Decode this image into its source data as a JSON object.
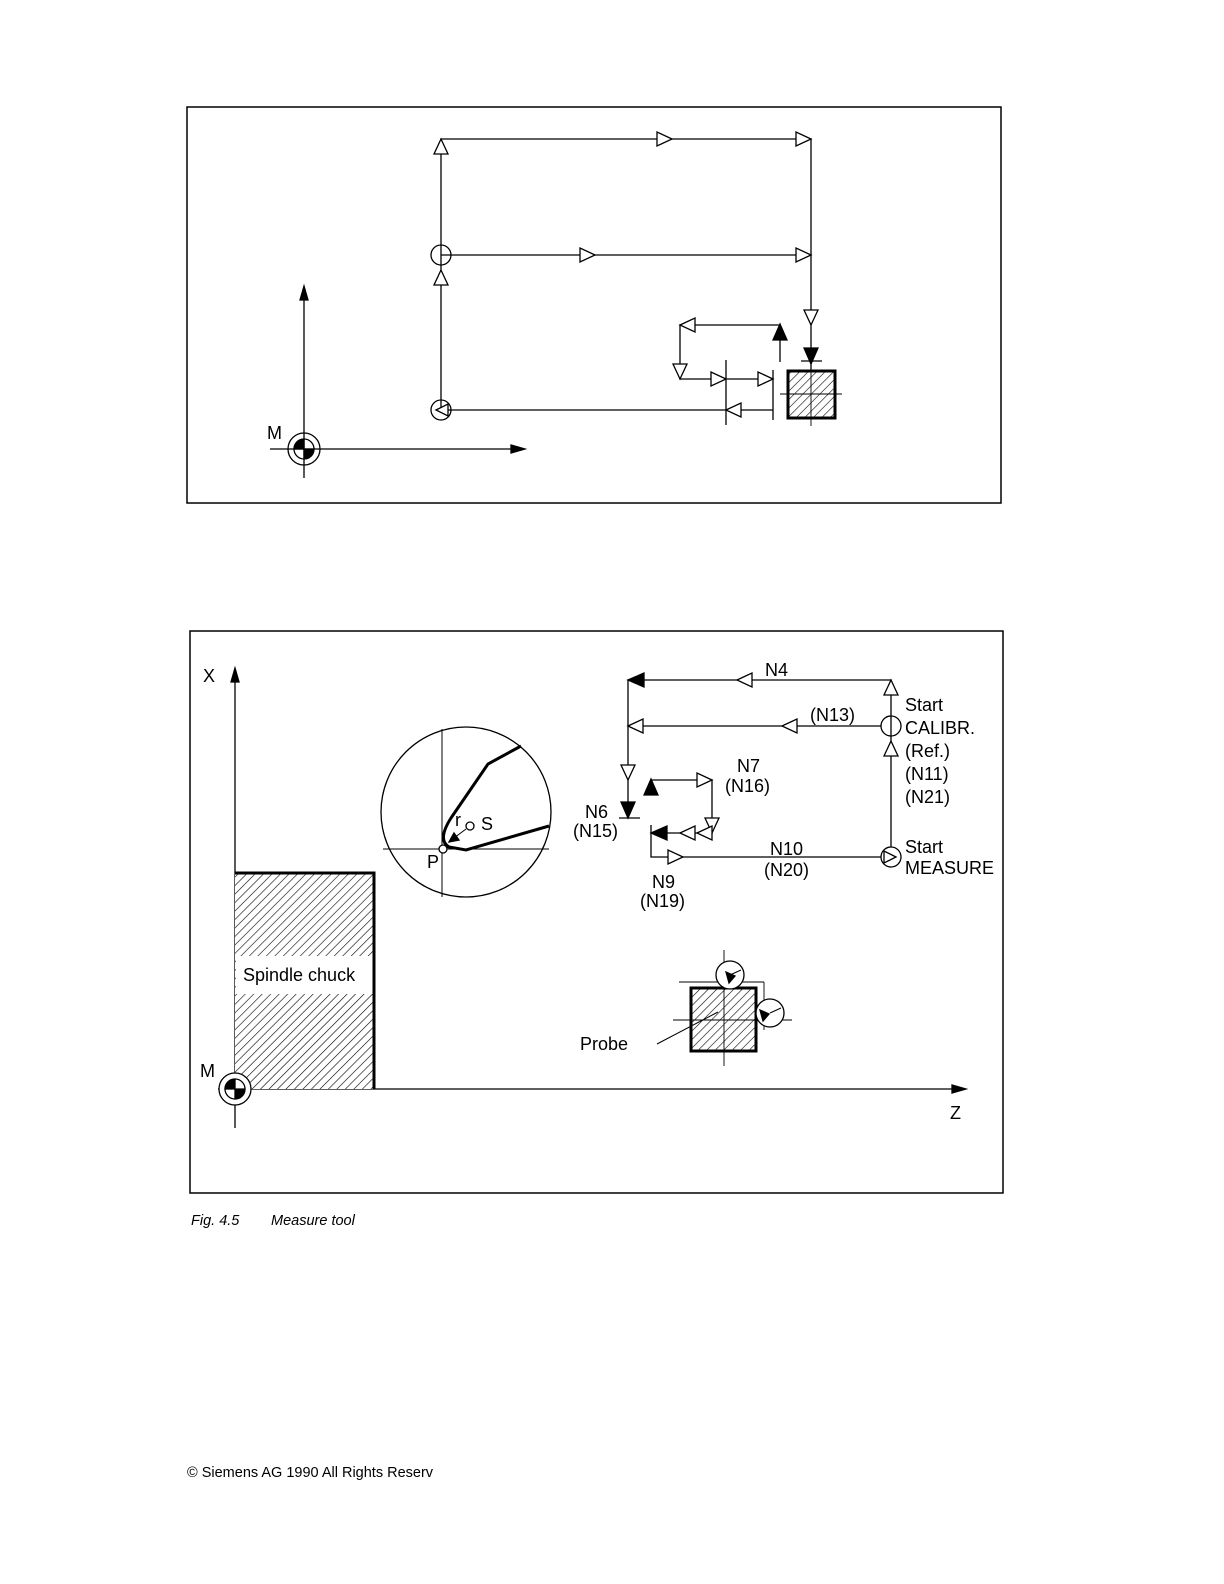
{
  "figure_top": {
    "origin_label": "M"
  },
  "figure_bottom": {
    "axis_x_label": "X",
    "axis_z_label": "Z",
    "origin_label": "M",
    "spindle_label": "Spindle chuck",
    "probe_label": "Probe",
    "detail": {
      "r_label": "r",
      "s_label": "S",
      "p_label": "P"
    },
    "path_labels": {
      "n4": "N4",
      "n13": "(N13)",
      "n7": "N7",
      "n16": "(N16)",
      "n6": "N6",
      "n15": "(N15)",
      "n10": "N10",
      "n20": "(N20)",
      "n9": "N9",
      "n19": "(N19)"
    },
    "start_calibr": [
      "Start",
      "CALIBR.",
      "(Ref.)",
      "(N11)",
      "(N21)"
    ],
    "start_measure": [
      "Start",
      "MEASURE"
    ]
  },
  "caption": {
    "number": "Fig. 4.5",
    "text": "Measure tool"
  },
  "footer": {
    "copyright": "Siemens AG 1990 All Rights Reserv"
  }
}
